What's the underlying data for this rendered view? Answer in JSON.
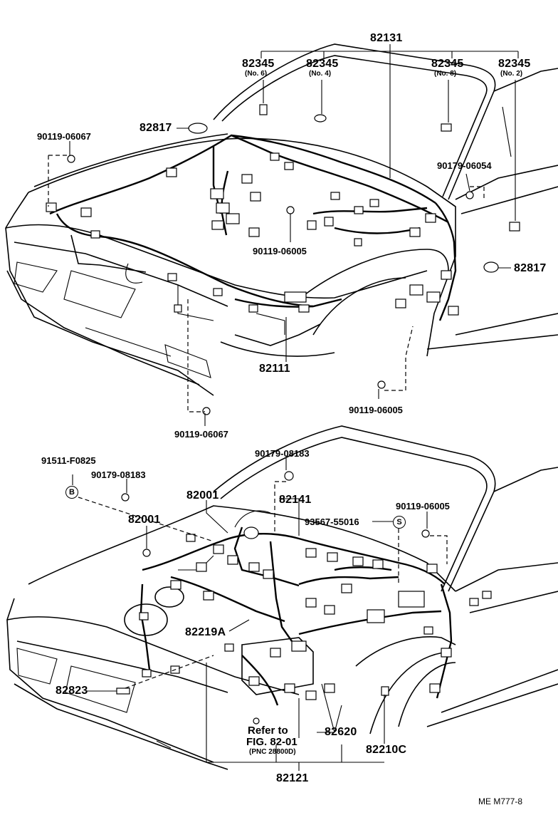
{
  "labels": {
    "p82131": "82131",
    "p82345_a": "82345",
    "p82345_a_no": "(No. 6)",
    "p82345_b": "82345",
    "p82345_b_no": "(No. 4)",
    "p82345_c": "82345",
    "p82345_c_no": "(No. 8)",
    "p82345_d": "82345",
    "p82345_d_no": "(No. 2)",
    "p82817_top": "82817",
    "p90119_06067_top": "90119-06067",
    "p90179_06054": "90179-06054",
    "p90119_06005_mid": "90119-06005",
    "p82817_right": "82817",
    "p82111": "82111",
    "p90119_06005_low": "90119-06005",
    "p90119_06067_low": "90119-06067",
    "p91511": "91511-F0825",
    "p90179_08183_left": "90179-08183",
    "p90179_08183_top": "90179-08183",
    "p82001_a": "82001",
    "p82141": "82141",
    "p82001_b": "82001",
    "p93567": "93567-55016",
    "p90119_06005_right": "90119-06005",
    "p82219a": "82219A",
    "p82823": "82823",
    "refer_to": "Refer to",
    "fig": "FIG. 82-01",
    "pnc": "(PNC 28800D)",
    "p82620": "82620",
    "p82210c": "82210C",
    "p82121": "82121",
    "circle_b": "B",
    "circle_s": "S",
    "drawing_code": "ME  M777-8"
  }
}
